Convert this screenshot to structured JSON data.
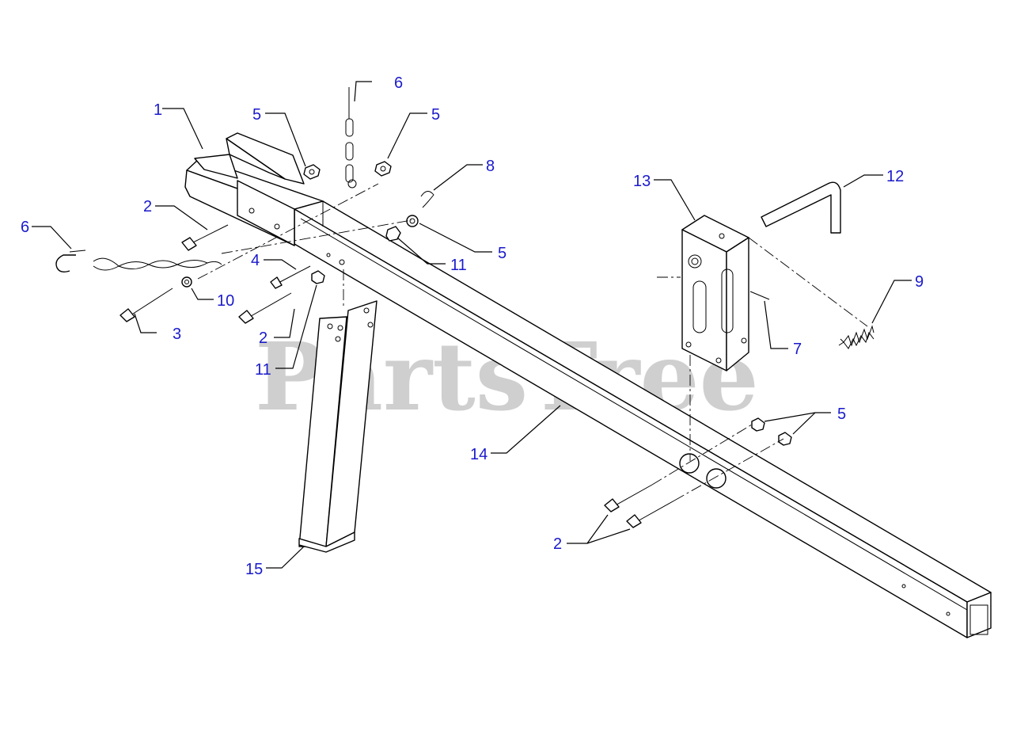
{
  "watermark": "PartsTree",
  "colors": {
    "callout": "#1a1acc",
    "line": "#000000",
    "watermark": "#cfcfcf"
  },
  "callouts": [
    {
      "id": "c1",
      "text": "1"
    },
    {
      "id": "c2a",
      "text": "2"
    },
    {
      "id": "c2b",
      "text": "2"
    },
    {
      "id": "c2c",
      "text": "2"
    },
    {
      "id": "c3",
      "text": "3"
    },
    {
      "id": "c4",
      "text": "4"
    },
    {
      "id": "c5a",
      "text": "5"
    },
    {
      "id": "c5b",
      "text": "5"
    },
    {
      "id": "c5c",
      "text": "5"
    },
    {
      "id": "c5d",
      "text": "5"
    },
    {
      "id": "c6a",
      "text": "6"
    },
    {
      "id": "c6b",
      "text": "6"
    },
    {
      "id": "c7",
      "text": "7"
    },
    {
      "id": "c8",
      "text": "8"
    },
    {
      "id": "c9",
      "text": "9"
    },
    {
      "id": "c10",
      "text": "10"
    },
    {
      "id": "c11a",
      "text": "11"
    },
    {
      "id": "c11b",
      "text": "11"
    },
    {
      "id": "c12",
      "text": "12"
    },
    {
      "id": "c13",
      "text": "13"
    },
    {
      "id": "c14",
      "text": "14"
    },
    {
      "id": "c15",
      "text": "15"
    }
  ]
}
